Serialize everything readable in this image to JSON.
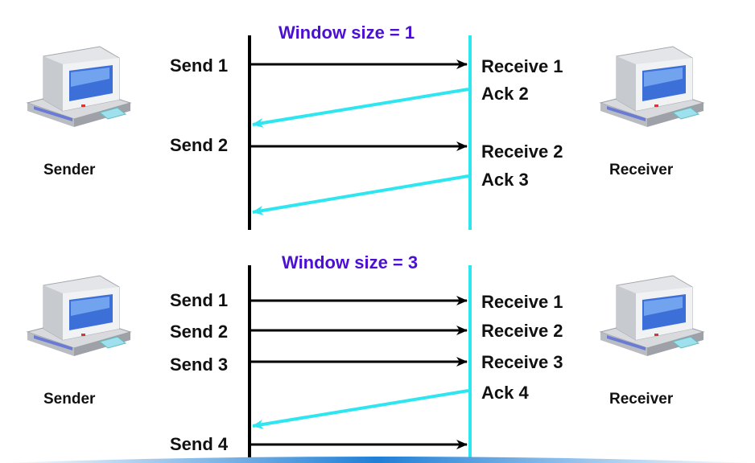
{
  "colors": {
    "title": "#4b0fd6",
    "send_arrow": "#000000",
    "ack_arrow": "#2ee6f0",
    "receiver_line": "#2ee6f0",
    "sender_line": "#000000"
  },
  "panels": [
    {
      "window_title": "Window size = 1",
      "sender_label": "Sender",
      "receiver_label": "Receiver",
      "sends": [
        "Send 1",
        "Send 2"
      ],
      "receives": [
        "Receive 1",
        "Ack 2",
        "Receive 2",
        "Ack 3"
      ]
    },
    {
      "window_title": "Window size = 3",
      "sender_label": "Sender",
      "receiver_label": "Receiver",
      "sends": [
        "Send 1",
        "Send 2",
        "Send 3",
        "Send 4"
      ],
      "receives": [
        "Receive 1",
        "Receive 2",
        "Receive 3",
        "Ack 4"
      ]
    }
  ],
  "icons": {
    "sender_computer": "desktop-computer-icon",
    "receiver_computer": "desktop-computer-icon"
  }
}
